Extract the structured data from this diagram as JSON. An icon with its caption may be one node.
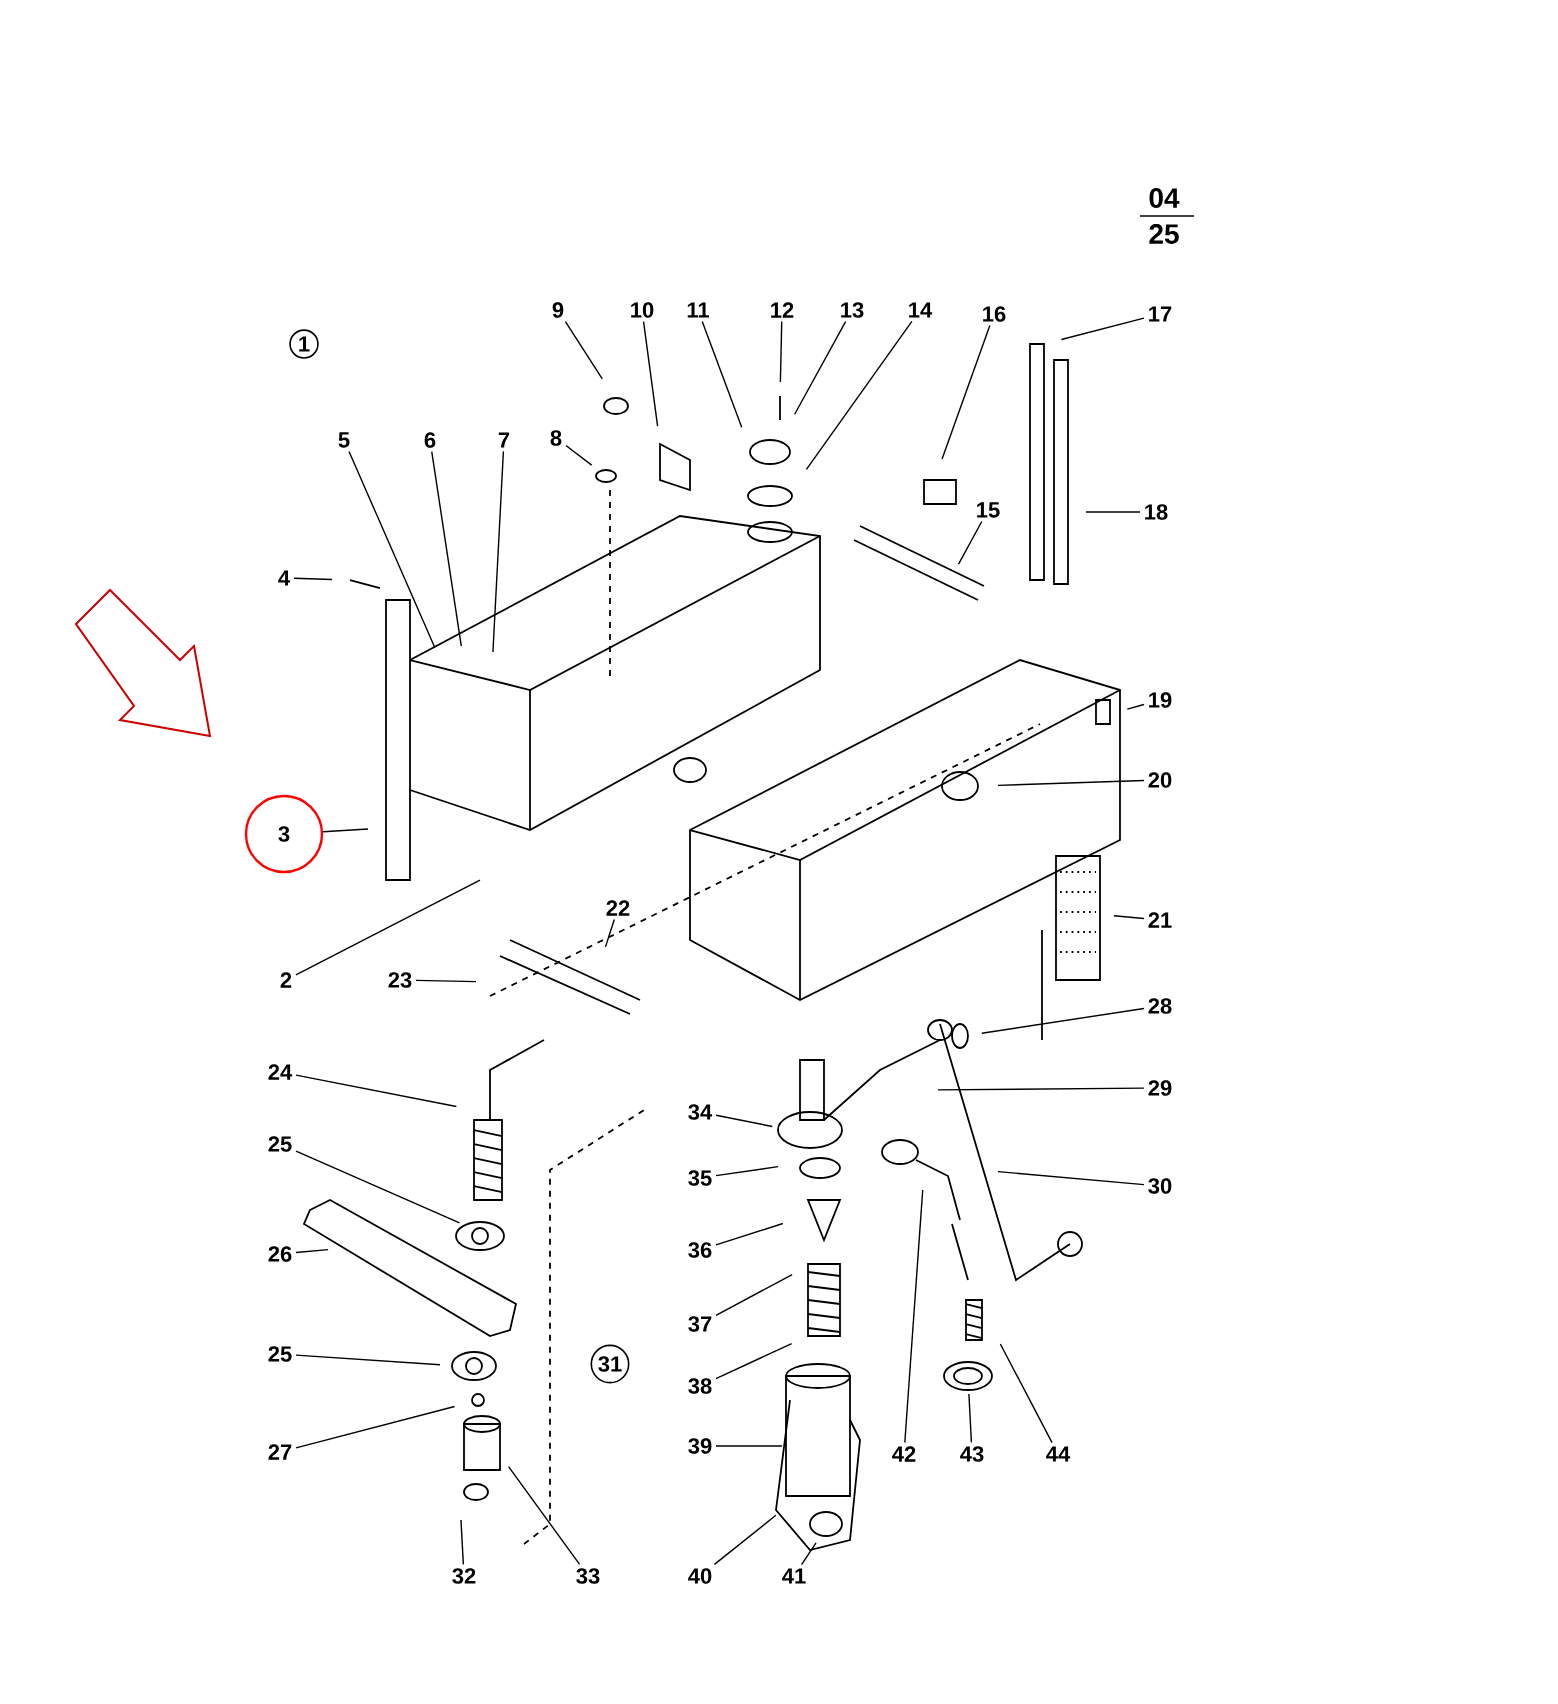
{
  "diagram": {
    "nodes": [
      {
        "text": [
          "1"
        ]
      },
      {
        "text": [
          "9"
        ]
      },
      {
        "text": [
          "10"
        ]
      },
      {
        "text": [
          "11"
        ]
      },
      {
        "text": [
          "12"
        ]
      },
      {
        "text": [
          "13"
        ]
      },
      {
        "text": [
          "14"
        ]
      },
      {
        "text": [
          "16"
        ]
      },
      {
        "text": [
          "17"
        ]
      },
      {
        "text": [
          "8"
        ]
      },
      {
        "text": [
          "5"
        ]
      },
      {
        "text": [
          "6"
        ]
      },
      {
        "text": [
          "7"
        ]
      },
      {
        "text": [
          "4"
        ]
      },
      {
        "text": [
          "15"
        ]
      },
      {
        "text": [
          "18"
        ]
      },
      {
        "text": [
          "19"
        ]
      },
      {
        "text": [
          "20"
        ]
      },
      {
        "text": [
          "3"
        ]
      },
      {
        "text": [
          "21"
        ]
      },
      {
        "text": [
          "2"
        ]
      },
      {
        "text": [
          "22"
        ]
      },
      {
        "text": [
          "23"
        ]
      },
      {
        "text": [
          "28"
        ]
      },
      {
        "text": [
          "24"
        ]
      },
      {
        "text": [
          "29"
        ]
      },
      {
        "text": [
          "34"
        ]
      },
      {
        "text": [
          "30"
        ]
      },
      {
        "text": [
          "25"
        ]
      },
      {
        "text": [
          "35"
        ]
      },
      {
        "text": [
          "26"
        ]
      },
      {
        "text": [
          "36"
        ]
      },
      {
        "text": [
          "37"
        ]
      },
      {
        "text": [
          "25"
        ]
      },
      {
        "text": [
          "31"
        ]
      },
      {
        "text": [
          "38"
        ]
      },
      {
        "text": [
          "39"
        ]
      },
      {
        "text": [
          "27"
        ]
      },
      {
        "text": [
          "42"
        ]
      },
      {
        "text": [
          "43"
        ]
      },
      {
        "text": [
          "44"
        ]
      },
      {
        "text": [
          "32"
        ]
      },
      {
        "text": [
          "33"
        ]
      },
      {
        "text": [
          "40"
        ]
      },
      {
        "text": [
          "41"
        ]
      }
    ],
    "edges": [
      {
        "from": 1,
        "to": null,
        "arrow": "none"
      },
      {
        "from": 2,
        "to": null,
        "arrow": "none"
      },
      {
        "from": 3,
        "to": null,
        "arrow": "none"
      },
      {
        "from": 4,
        "to": null,
        "arrow": "none"
      },
      {
        "from": 5,
        "to": null,
        "arrow": "none"
      },
      {
        "from": 6,
        "to": null,
        "arrow": "none"
      },
      {
        "from": 7,
        "to": null,
        "arrow": "none"
      },
      {
        "from": 8,
        "to": null,
        "arrow": "none"
      },
      {
        "from": 9,
        "to": null,
        "arrow": "none"
      },
      {
        "from": 10,
        "to": null,
        "arrow": "none"
      },
      {
        "from": 11,
        "to": null,
        "arrow": "none"
      },
      {
        "from": 12,
        "to": null,
        "arrow": "none"
      },
      {
        "from": 13,
        "to": null,
        "arrow": "none"
      },
      {
        "from": 14,
        "to": null,
        "arrow": "none"
      },
      {
        "from": 15,
        "to": null,
        "arrow": "none"
      },
      {
        "from": 16,
        "to": null,
        "arrow": "none"
      },
      {
        "from": 17,
        "to": null,
        "arrow": "none"
      },
      {
        "from": 18,
        "to": null,
        "arrow": "none"
      },
      {
        "from": 19,
        "to": null,
        "arrow": "none"
      },
      {
        "from": 20,
        "to": null,
        "arrow": "none"
      },
      {
        "from": 21,
        "to": null,
        "arrow": "none"
      },
      {
        "from": 22,
        "to": null,
        "arrow": "none"
      },
      {
        "from": 23,
        "to": null,
        "arrow": "none"
      },
      {
        "from": 24,
        "to": null,
        "arrow": "none"
      },
      {
        "from": 25,
        "to": null,
        "arrow": "none"
      },
      {
        "from": 26,
        "to": null,
        "arrow": "none"
      },
      {
        "from": 27,
        "to": null,
        "arrow": "none"
      },
      {
        "from": 28,
        "to": null,
        "arrow": "none"
      },
      {
        "from": 29,
        "to": null,
        "arrow": "none"
      },
      {
        "from": 30,
        "to": null,
        "arrow": "none"
      },
      {
        "from": 31,
        "to": null,
        "arrow": "none"
      },
      {
        "from": 32,
        "to": null,
        "arrow": "none"
      },
      {
        "from": 33,
        "to": null,
        "arrow": "none"
      },
      {
        "from": 35,
        "to": null,
        "arrow": "none"
      },
      {
        "from": 36,
        "to": null,
        "arrow": "none"
      },
      {
        "from": 37,
        "to": null,
        "arrow": "none"
      },
      {
        "from": 38,
        "to": null,
        "arrow": "none"
      },
      {
        "from": 39,
        "to": null,
        "arrow": "none"
      },
      {
        "from": 40,
        "to": null,
        "arrow": "none"
      },
      {
        "from": 41,
        "to": null,
        "arrow": "none"
      },
      {
        "from": 42,
        "to": null,
        "arrow": "none"
      },
      {
        "from": 43,
        "to": null,
        "arrow": "none"
      },
      {
        "from": 44,
        "to": null,
        "arrow": "none"
      }
    ],
    "labels": [
      "04",
      "25"
    ]
  }
}
